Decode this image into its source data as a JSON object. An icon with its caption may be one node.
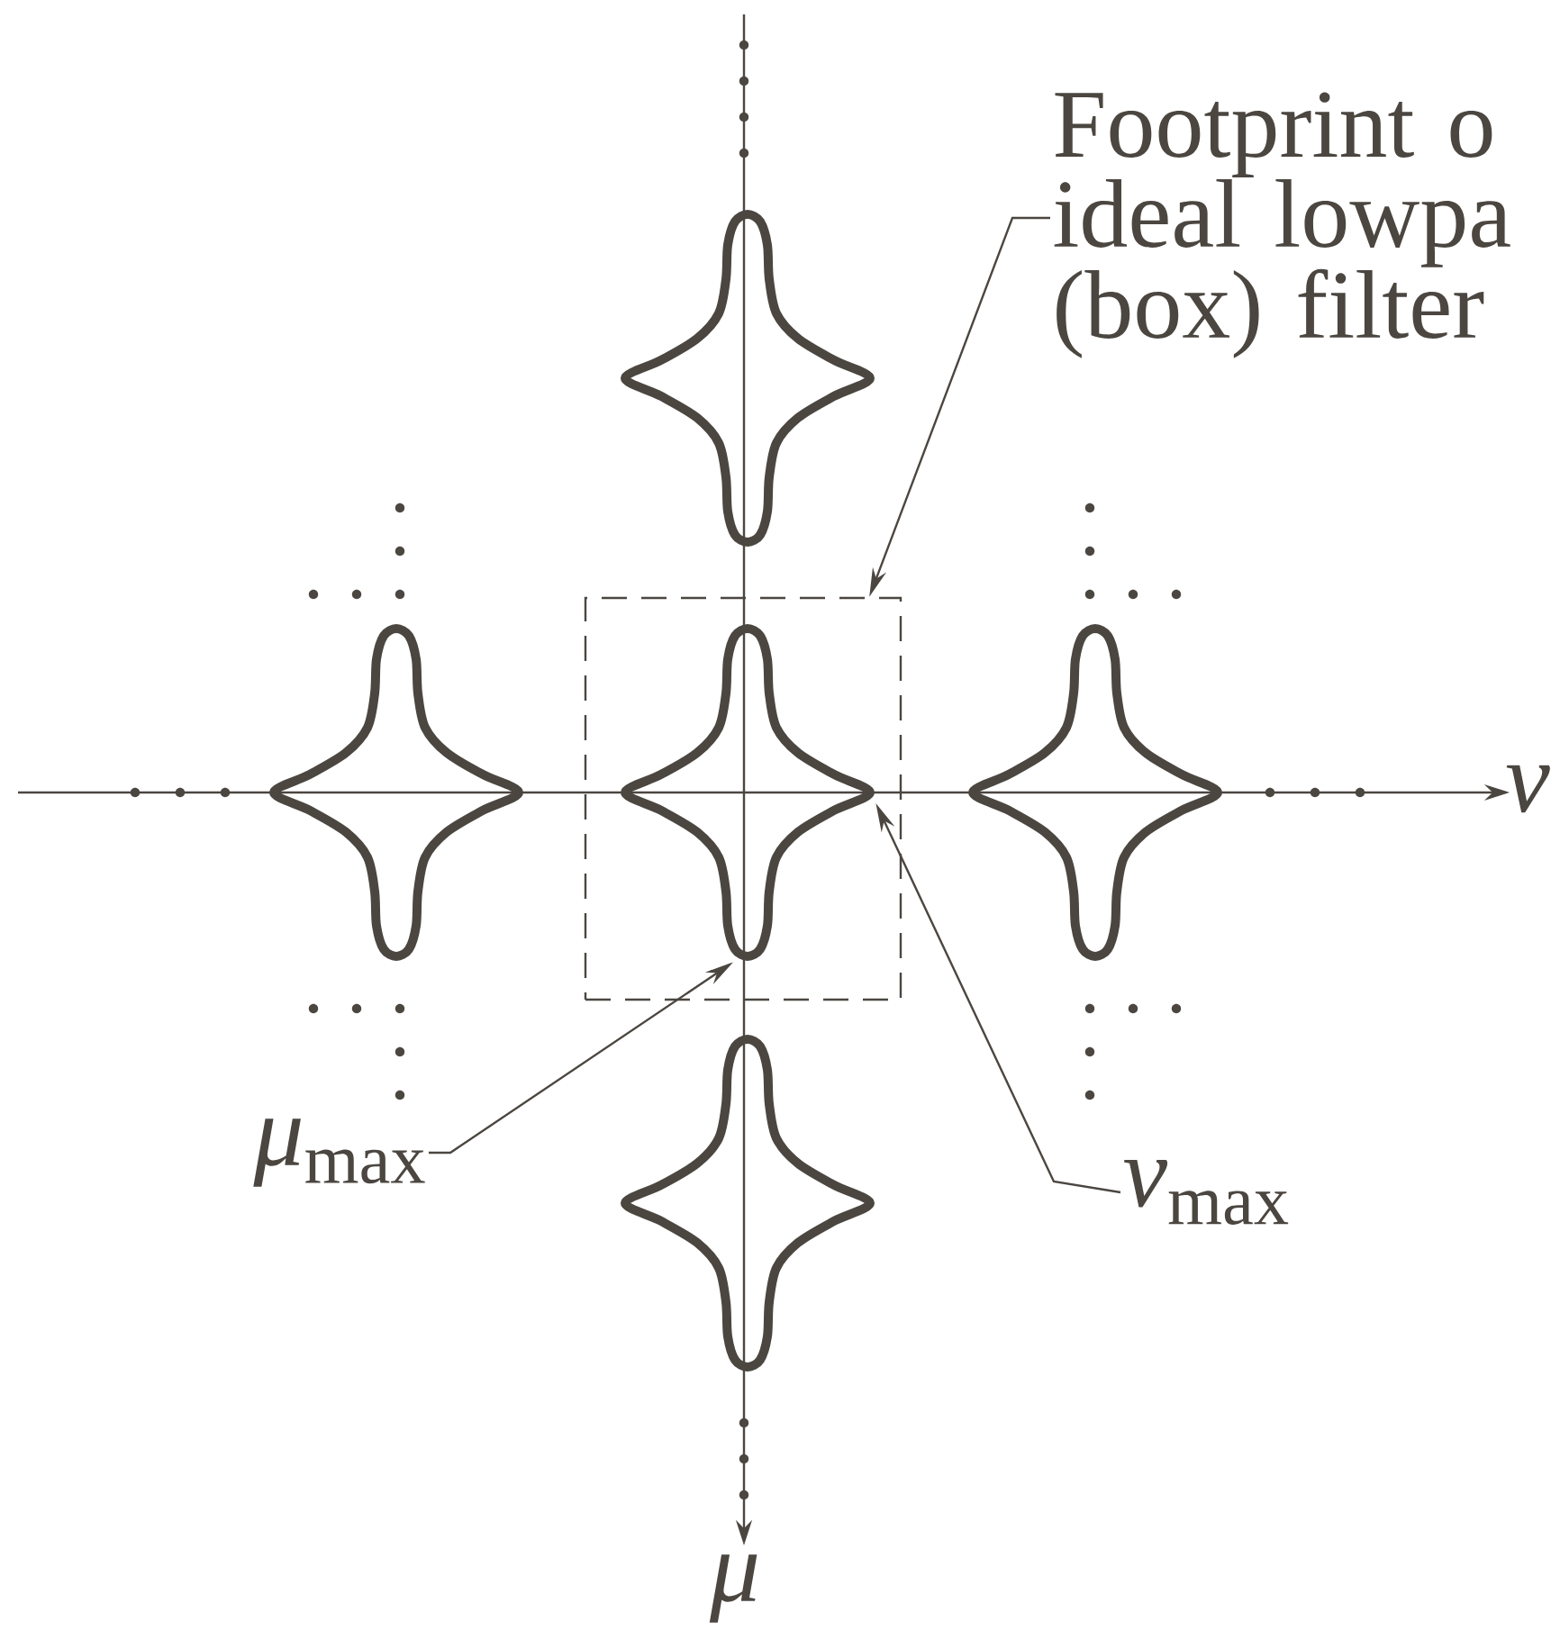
{
  "diagram": {
    "nodes": [
      {
        "text": [
          "Footprint o ideal lowpa (box) filter"
        ]
      },
      {
        "text": [],
        "shape": "star"
      },
      {
        "text": [],
        "shape": "box"
      },
      {
        "text": [],
        "shape": "star"
      },
      {
        "text": [],
        "shape": "star",
        "in": 2
      },
      {
        "text": [],
        "shape": "star"
      },
      {
        "text": [
          "*μ*$_{max}$"
        ]
      },
      {
        "text": [
          "*ν*$_{max}$"
        ]
      },
      {
        "text": [],
        "shape": "star"
      }
    ],
    "edges": [
      {
        "from": 0,
        "to": 2,
        "arrow": "to"
      },
      {
        "from": 6,
        "to": 4,
        "arrow": "to"
      },
      {
        "from": 7,
        "to": 4,
        "arrow": "to"
      }
    ],
    "labels": [
      "ν",
      "μ"
    ]
  }
}
